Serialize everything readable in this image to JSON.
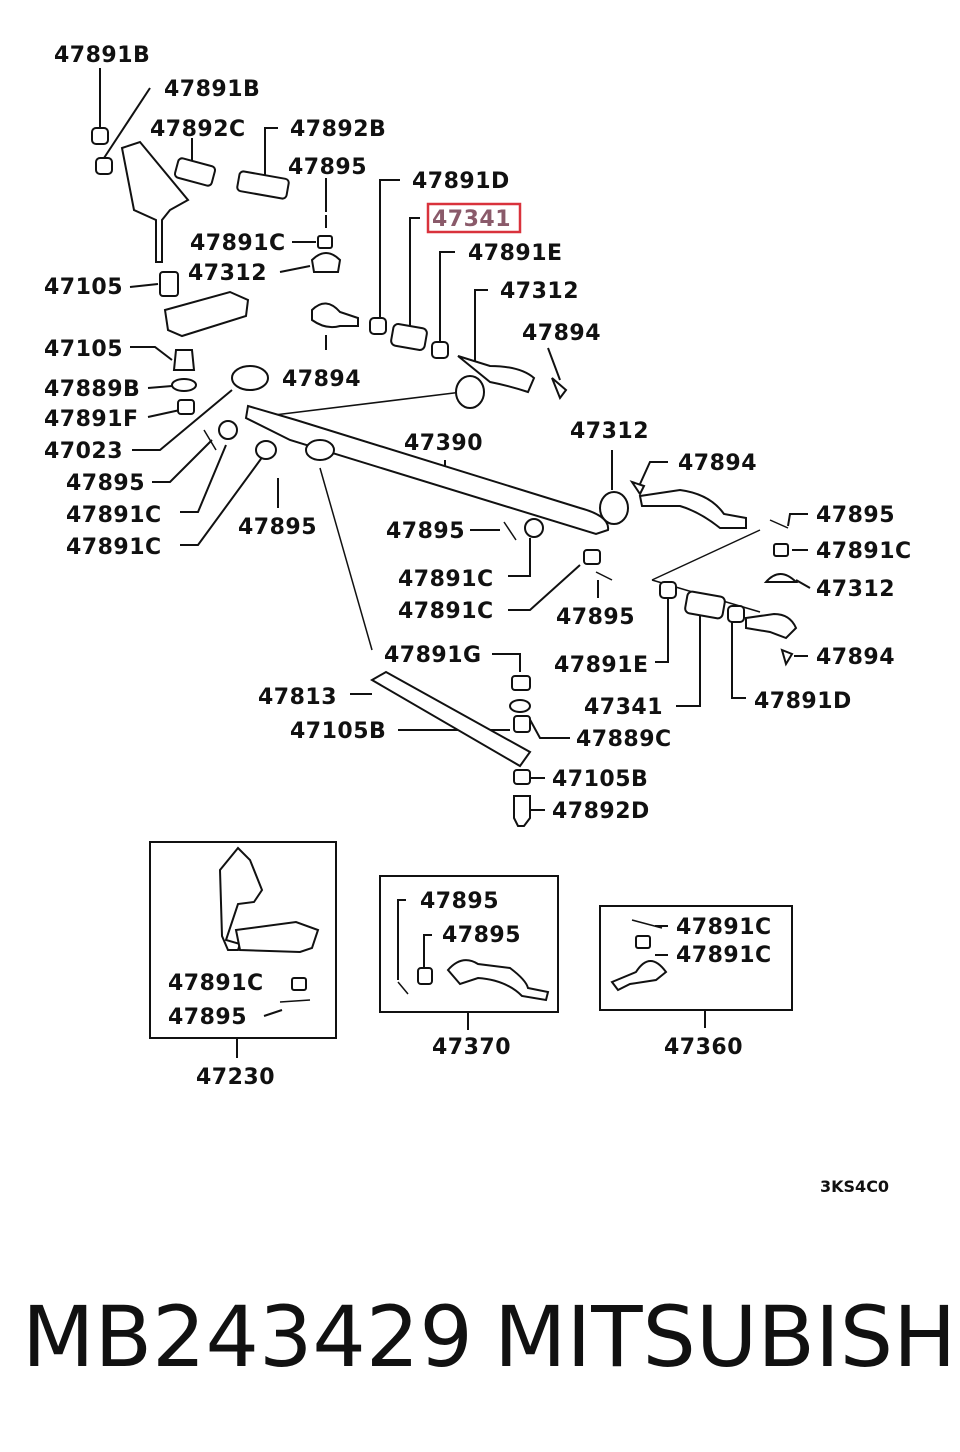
{
  "highlight_label": "47341",
  "labels": [
    {
      "text": "47891B"
    },
    {
      "text": "47891B"
    },
    {
      "text": "47892C"
    },
    {
      "text": "47892B"
    },
    {
      "text": "47895"
    },
    {
      "text": "47891D"
    },
    {
      "text": "47341"
    },
    {
      "text": "47891C"
    },
    {
      "text": "47891E"
    },
    {
      "text": "47312"
    },
    {
      "text": "47105"
    },
    {
      "text": "47312"
    },
    {
      "text": "47105"
    },
    {
      "text": "47894"
    },
    {
      "text": "47894"
    },
    {
      "text": "47889B"
    },
    {
      "text": "47891F"
    },
    {
      "text": "47023"
    },
    {
      "text": "47390"
    },
    {
      "text": "47312"
    },
    {
      "text": "47895"
    },
    {
      "text": "47894"
    },
    {
      "text": "47891C"
    },
    {
      "text": "47891C"
    },
    {
      "text": "47895"
    },
    {
      "text": "47895"
    },
    {
      "text": "47895"
    },
    {
      "text": "47891C"
    },
    {
      "text": "47891C"
    },
    {
      "text": "47312"
    },
    {
      "text": "47891C"
    },
    {
      "text": "47895"
    },
    {
      "text": "47891G"
    },
    {
      "text": "47891E"
    },
    {
      "text": "47894"
    },
    {
      "text": "47813"
    },
    {
      "text": "47341"
    },
    {
      "text": "47891D"
    },
    {
      "text": "47105B"
    },
    {
      "text": "47889C"
    },
    {
      "text": "47105B"
    },
    {
      "text": "47892D"
    },
    {
      "text": "47895"
    },
    {
      "text": "47891C"
    },
    {
      "text": "47895"
    },
    {
      "text": "47891C"
    },
    {
      "text": "47891C"
    },
    {
      "text": "47895"
    },
    {
      "text": "47230"
    },
    {
      "text": "47370"
    },
    {
      "text": "47360"
    }
  ],
  "diagram_code": "3KS4C0",
  "footer": {
    "part_number": "MB243429",
    "brand": "MITSUBISHI"
  }
}
